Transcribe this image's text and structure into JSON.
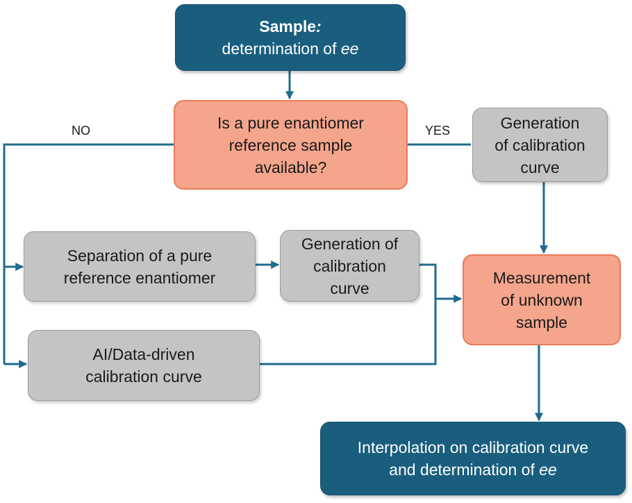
{
  "start": {
    "title": "Sample",
    "title_colon": ":",
    "subtitle": "determination of ",
    "subtitle_italic": "ee"
  },
  "decision": {
    "lines": [
      "Is a pure enantiomer",
      "reference sample",
      "available?"
    ]
  },
  "edges": {
    "no": "NO",
    "yes": "YES"
  },
  "calib_yes": {
    "lines": [
      "Generation",
      "of calibration",
      "curve"
    ]
  },
  "separation": {
    "lines": [
      "Separation of a pure",
      "reference enantiomer"
    ]
  },
  "calib_no": {
    "lines": [
      "Generation of",
      "calibration",
      "curve"
    ]
  },
  "ai": {
    "lines": [
      "AI/Data-driven",
      "calibration curve"
    ]
  },
  "measure": {
    "lines": [
      "Measurement",
      "of unknown",
      "sample"
    ]
  },
  "end": {
    "line1": "Interpolation on calibration curve",
    "line2": "and determination of ",
    "line2_italic": "ee"
  },
  "colors": {
    "dark_box": "#1a5e7e",
    "orange_box": "#f4a58c",
    "orange_border": "#e97a57",
    "gray_box": "#c4c4c4",
    "connector": "#1f6b8e"
  }
}
